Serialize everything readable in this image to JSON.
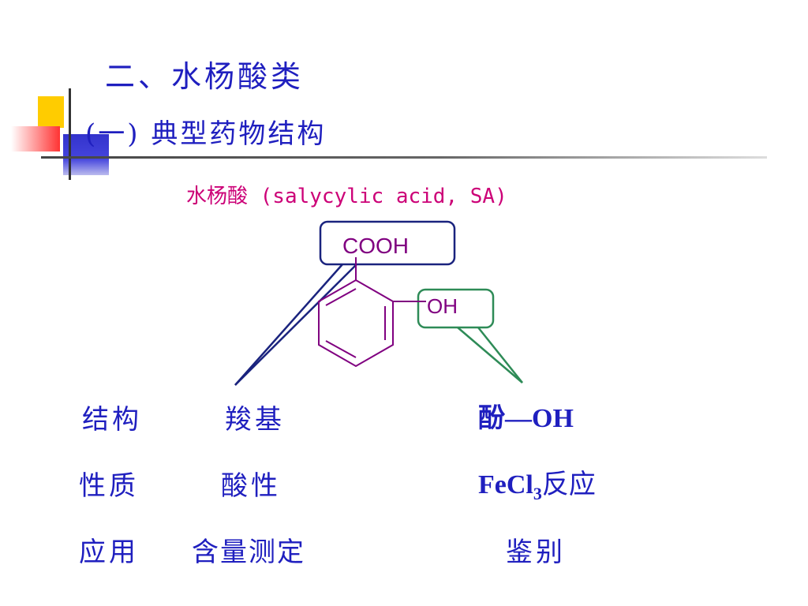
{
  "colors": {
    "title": "#1f1fbf",
    "subtitle": "#cc0077",
    "ring": "#800080",
    "carboxyl_box": "#1a237e",
    "hydroxyl_box": "#2e8b57"
  },
  "slide": {
    "title_main": "二、水杨酸类",
    "title_sub": "(一) 典型药物结构",
    "compound_name": "水杨酸 (salycylic acid, SA)"
  },
  "structure": {
    "group_carboxyl": "COOH",
    "group_hydroxyl": "OH"
  },
  "table": {
    "rows": [
      {
        "label": "结构",
        "col1": "羧基",
        "col2": "酚—OH"
      },
      {
        "label": "性质",
        "col1": "酸性",
        "col2_main": "FeCl",
        "col2_sub": "3",
        "col2_tail": "反应"
      },
      {
        "label": "应用",
        "col1": "含量测定",
        "col2": "鉴别"
      }
    ]
  }
}
